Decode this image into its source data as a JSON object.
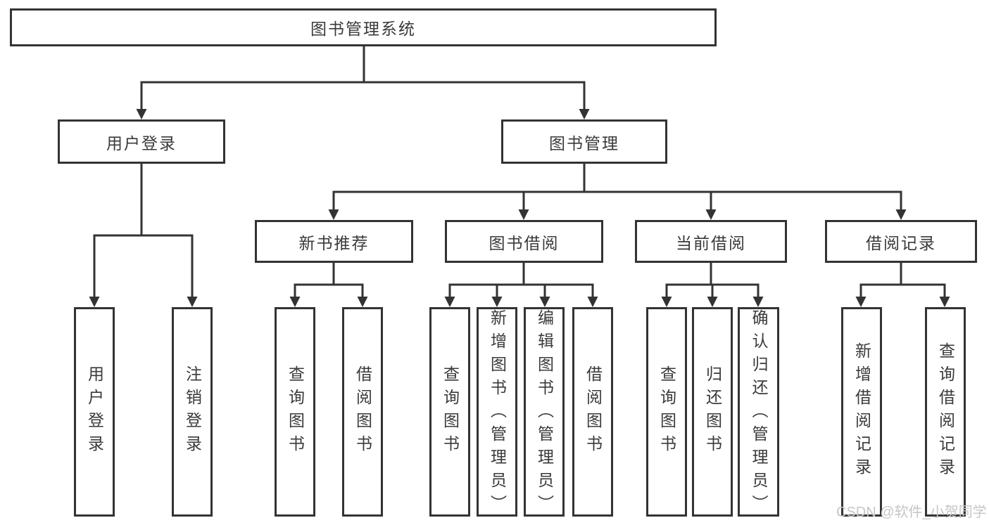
{
  "diagram": {
    "root": {
      "label": "图书管理系统"
    },
    "level2": {
      "user_login": {
        "label": "用户登录"
      },
      "book_management": {
        "label": "图书管理"
      }
    },
    "level3": {
      "new_book_recommendation": {
        "label": "新书推荐"
      },
      "book_borrowing": {
        "label": "图书借阅"
      },
      "current_borrowing": {
        "label": "当前借阅"
      },
      "borrowing_records": {
        "label": "借阅记录"
      }
    },
    "leaves": {
      "user_login": [
        "用户登录",
        "注销登录"
      ],
      "new_book_recommendation": [
        "查询图书",
        "借阅图书"
      ],
      "book_borrowing": [
        "查询图书",
        "新增图书（管理员）",
        "编辑图书（管理员）",
        "借阅图书"
      ],
      "current_borrowing": [
        "查询图书",
        "归还图书",
        "确认归还（管理员）"
      ],
      "borrowing_records": [
        "新增借阅记录",
        "查询借阅记录"
      ]
    }
  },
  "watermark": {
    "text": "CSDN @软件_小贺同学",
    "color": "#c6c6c6"
  },
  "colors": {
    "line": "#333333",
    "box_border": "#333333",
    "text": "#3a3a3a",
    "background": "#ffffff"
  }
}
